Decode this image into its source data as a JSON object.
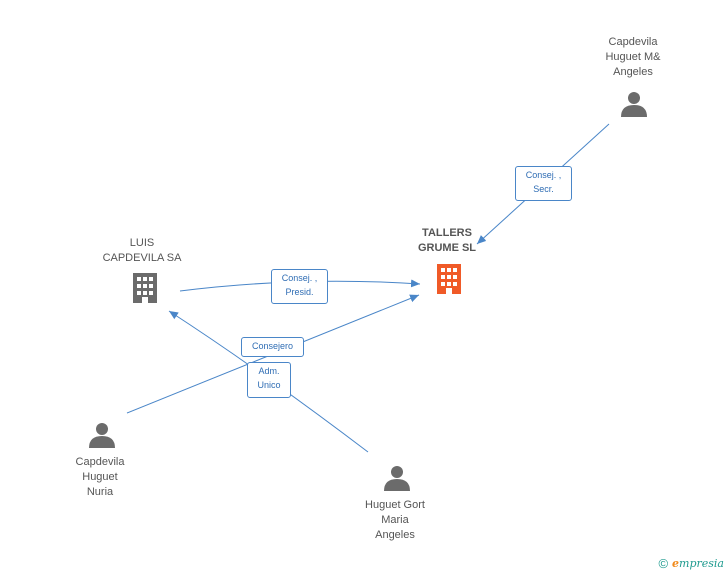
{
  "nodes": {
    "tallers": {
      "label": "TALLERS\nGRUME SL",
      "type": "company",
      "highlight": true
    },
    "luis": {
      "label": "LUIS\nCAPDEVILA SA",
      "type": "company"
    },
    "capdevila_mangeles": {
      "label": "Capdevila\nHuguet M&\nAngeles",
      "type": "person"
    },
    "capdevila_nuria": {
      "label": "Capdevila\nHuguet\nNuria",
      "type": "person"
    },
    "huguet_gort": {
      "label": "Huguet Gort\nMaria\nAngeles",
      "type": "person"
    }
  },
  "edges": {
    "mangeles_tallers": "Consej. ,\nSecr.",
    "luis_tallers": "Consej. ,\nPresid.",
    "nuria_tallers": "Consejero",
    "huguet_luis": "Adm.\nUnico"
  },
  "colors": {
    "edge": "#4a86c8",
    "highlight": "#f05a28",
    "node": "#6b6b6b"
  },
  "footer": {
    "copyright": "©",
    "brand_initial": "e",
    "brand_rest": "mpresia"
  }
}
